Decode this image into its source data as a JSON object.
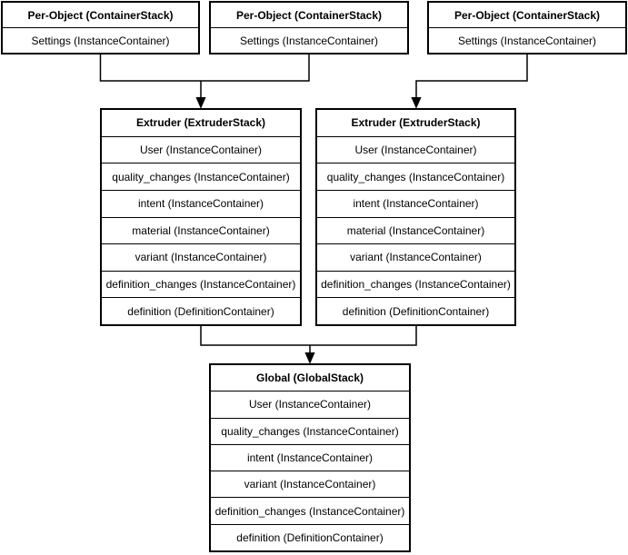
{
  "diagram": {
    "background_color": "#ffffff",
    "line_color": "#000000",
    "text_color": "#000000",
    "per_object_stacks": [
      {
        "title": "Per-Object (ContainerStack)",
        "rows": [
          "Settings (InstanceContainer)"
        ]
      },
      {
        "title": "Per-Object (ContainerStack)",
        "rows": [
          "Settings (InstanceContainer)"
        ]
      },
      {
        "title": "Per-Object (ContainerStack)",
        "rows": [
          "Settings (InstanceContainer)"
        ]
      }
    ],
    "extruder_stacks": [
      {
        "title": "Extruder (ExtruderStack)",
        "rows": [
          "User (InstanceContainer)",
          "quality_changes (InstanceContainer)",
          "intent (InstanceContainer)",
          "material (InstanceContainer)",
          "variant (InstanceContainer)",
          "definition_changes (InstanceContainer)",
          "definition (DefinitionContainer)"
        ]
      },
      {
        "title": "Extruder (ExtruderStack)",
        "rows": [
          "User (InstanceContainer)",
          "quality_changes (InstanceContainer)",
          "intent (InstanceContainer)",
          "material (InstanceContainer)",
          "variant (InstanceContainer)",
          "definition_changes (InstanceContainer)",
          "definition (DefinitionContainer)"
        ]
      }
    ],
    "global_stack": {
      "title": "Global (GlobalStack)",
      "rows": [
        "User (InstanceContainer)",
        "quality_changes (InstanceContainer)",
        "intent (InstanceContainer)",
        "variant (InstanceContainer)",
        "definition_changes (InstanceContainer)",
        "definition (DefinitionContainer)"
      ]
    }
  }
}
